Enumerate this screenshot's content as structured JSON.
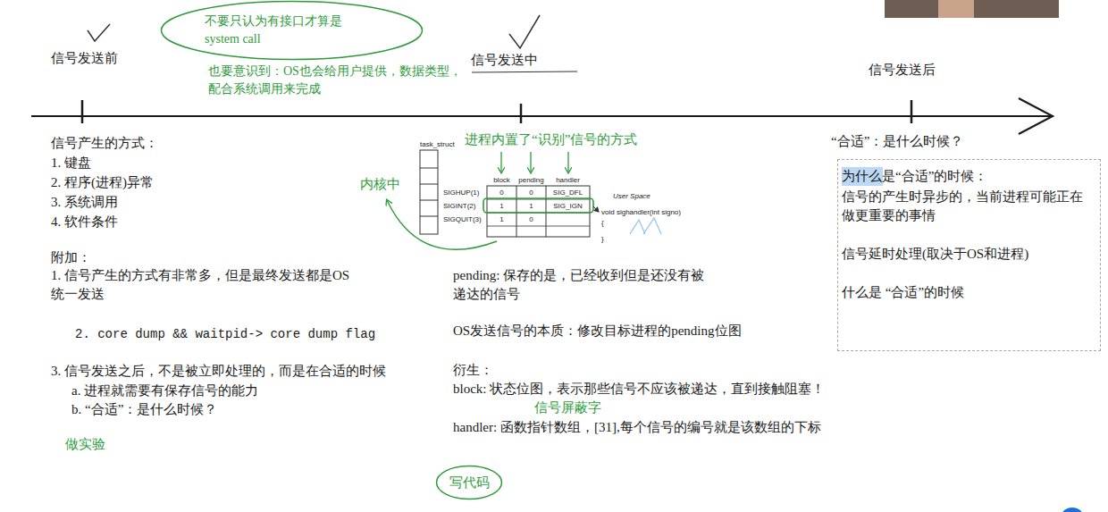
{
  "diagram": {
    "nodes": [
      {
        "text": [
          "不要只认为有接口才算是 system call"
        ]
      },
      {
        "text": [
          "为什么是“合适”的时候：",
          "信号的产生时异步的，当前进程可能正在做更重要的事情",
          "信号延时处理(取决于OS和进程)",
          "什么是 “合适”的时候"
        ]
      },
      {
        "text": [
          "写代码"
        ]
      }
    ],
    "labels": [
      "信号发送前",
      "信号发送中",
      "信号发送后",
      "也要意识到：OS也会给用户提供，数据类型，配合系统调用来完成",
      "信号产生的方式：",
      "1. 键盘",
      "2. 程序(进程)异常",
      "3. 系统调用",
      "4. 软件条件",
      "附加：",
      "1. 信号产生的方式有非常多，但是最终发送都是OS统一发送",
      "2. core dump && waitpid-> core dump flag",
      "3. 信号发送之后，不是被立即处理的，而是在合适的时候",
      "a. 进程就需要有保存信号的能力",
      "b. “合适”：是什么时候？",
      "做实验",
      "进程内置了“识别”信号的方式",
      "内核中",
      "task_struct",
      "block",
      "pending",
      "handler",
      "SIGHUP(1)",
      "SIGINT(2)",
      "SIGQUIT(3)",
      "0",
      "0",
      "SIG_DFL",
      "1",
      "1",
      "SIG_IGN",
      "1",
      "0",
      "User Space",
      "void sighandler(int signo)",
      "{",
      "}",
      "pending: 保存的是，已经收到但是还没有被递达的信号",
      "OS发送信号的本质：修改目标进程的pending位图",
      "衍生：",
      "block: 状态位图，表示那些信号不应该被递达，直到接触阻塞！",
      "信号屏蔽字",
      "handler: 函数指针数组，[31],每个信号的编号就是该数组的下标",
      "“合适”：是什么时候？"
    ]
  }
}
